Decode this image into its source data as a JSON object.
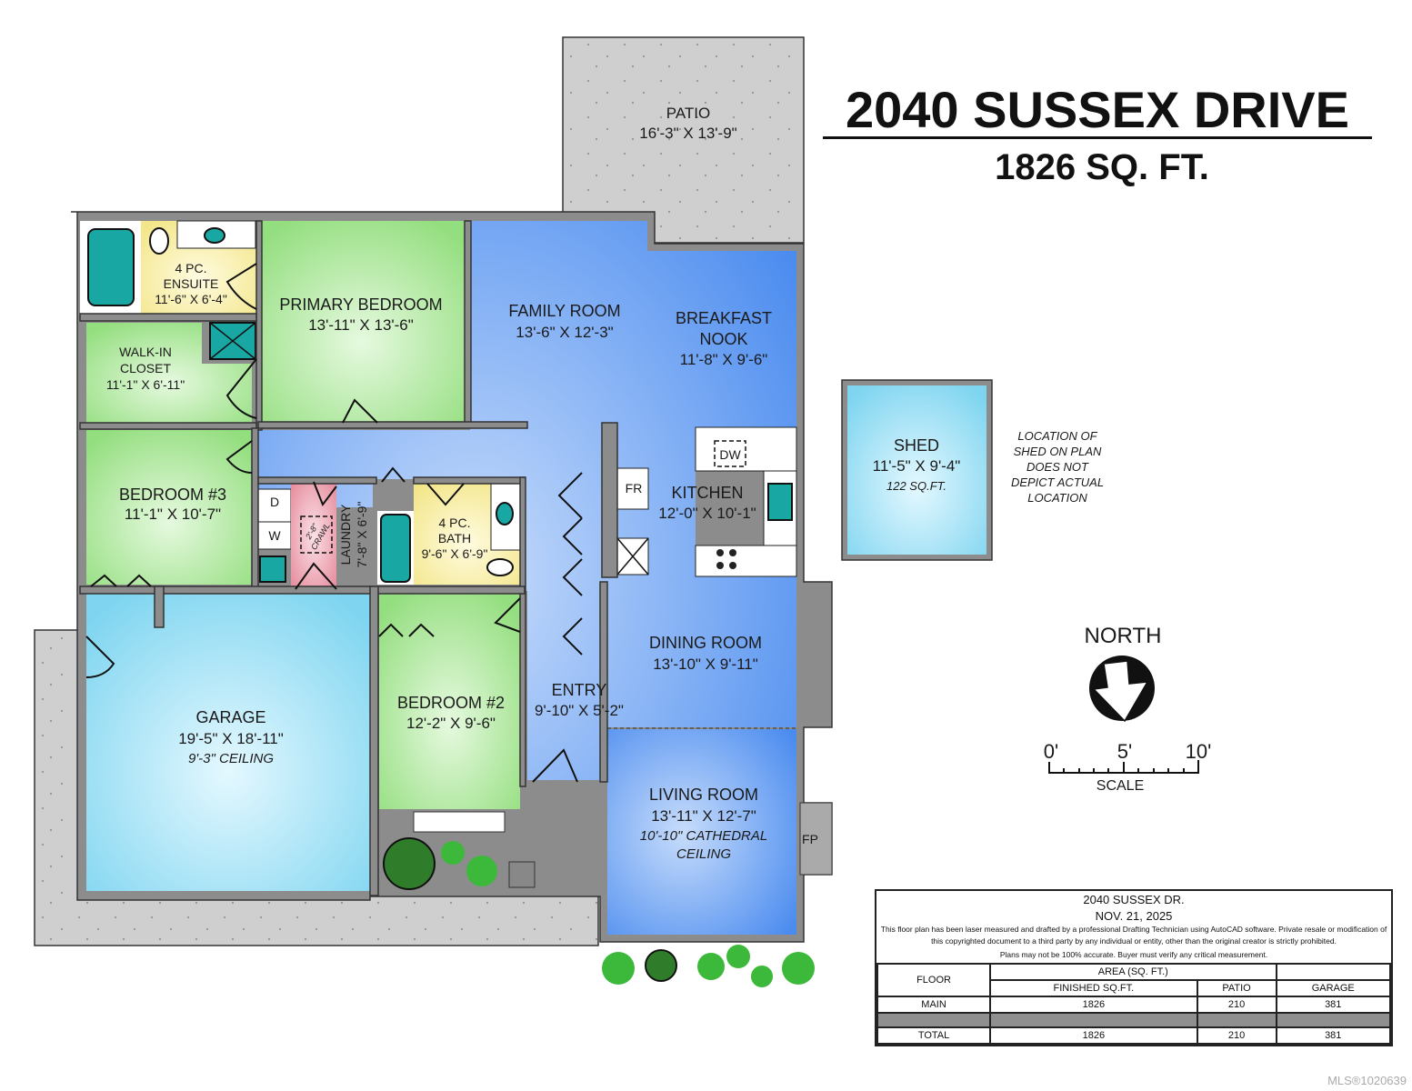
{
  "header": {
    "title": "2040 SUSSEX DRIVE",
    "area": "1826 SQ. FT."
  },
  "patio": {
    "name": "PATIO",
    "dims": "16'-3\" X 13'-9\""
  },
  "rooms": {
    "ensuite": {
      "name1": "4 PC.",
      "name2": "ENSUITE",
      "dims": "11'-6\" X 6'-4\""
    },
    "primary": {
      "name": "PRIMARY BEDROOM",
      "dims": "13'-11\" X 13'-6\""
    },
    "closet": {
      "name1": "WALK-IN",
      "name2": "CLOSET",
      "dims": "11'-1\" X 6'-11\""
    },
    "family": {
      "name": "FAMILY ROOM",
      "dims": "13'-6\" X 12'-3\""
    },
    "nook": {
      "name1": "BREAKFAST",
      "name2": "NOOK",
      "dims": "11'-8\" X 9'-6\""
    },
    "bedroom3": {
      "name": "BEDROOM #3",
      "dims": "11'-1\" X 10'-7\""
    },
    "laundry": {
      "name": "LAUNDRY",
      "dims": "7'-8\" X 6'-9\""
    },
    "bath": {
      "name1": "4 PC.",
      "name2": "BATH",
      "dims": "9'-6\" X 6'-9\""
    },
    "kitchen": {
      "name": "KITCHEN",
      "dims": "12'-0\" X 10'-1\""
    },
    "dining": {
      "name": "DINING ROOM",
      "dims": "13'-10\" X 9'-11\""
    },
    "entry": {
      "name": "ENTRY",
      "dims": "9'-10\" X 5'-2\""
    },
    "garage": {
      "name": "GARAGE",
      "dims": "19'-5\" X 18'-11\"",
      "note": "9'-3\" CEILING"
    },
    "bedroom2": {
      "name": "BEDROOM #2",
      "dims": "12'-2\" X 9'-6\""
    },
    "living": {
      "name": "LIVING ROOM",
      "dims": "13'-11\" X 12'-7\"",
      "note1": "10'-10\" CATHEDRAL",
      "note2": "CEILING"
    }
  },
  "fixtures": {
    "dryer": "D",
    "washer": "W",
    "fridge": "FR",
    "dishwasher": "DW",
    "fireplace": "FP",
    "crawl_size": "2'-8\"",
    "crawl": "CRAWL"
  },
  "shed": {
    "name": "SHED",
    "dims": "11'-5\" X 9'-4\"",
    "area": "122 SQ.FT.",
    "note": [
      "LOCATION OF",
      "SHED ON PLAN",
      "DOES NOT",
      "DEPICT ACTUAL",
      "LOCATION"
    ]
  },
  "north": {
    "label": "NORTH"
  },
  "scale": {
    "t0": "0'",
    "t5": "5'",
    "t10": "10'",
    "label": "SCALE"
  },
  "info": {
    "address": "2040 SUSSEX DR.",
    "date": "NOV. 21, 2025",
    "disclaimer": "This floor plan has been laser measured and drafted by a professional Drafting Technician using AutoCAD software. Private resale or modification of this copyrighted document to a third party by any individual or entity, other than the original creator is strictly prohibited.",
    "accuracy": "Plans may not be 100% accurate.  Buyer must verify any critical measurement.",
    "floor_header": "FLOOR",
    "area_header": "AREA (SQ. FT.)",
    "columns": [
      "FINISHED SQ.FT.",
      "PATIO",
      "GARAGE"
    ],
    "rows": [
      {
        "floor": "MAIN",
        "finished": "1826",
        "patio": "210",
        "garage": "381"
      },
      {
        "floor": "TOTAL",
        "finished": "1826",
        "patio": "210",
        "garage": "381"
      }
    ]
  },
  "watermark": "MLS®1020639",
  "colors": {
    "wall": "#8c8c8c",
    "blue": "#5b9af0",
    "green": "#9ee48a",
    "yellow": "#f6ee9a",
    "pink": "#e88fa0",
    "teal": "#18a7a3",
    "cyan": "#8fdcf2"
  }
}
